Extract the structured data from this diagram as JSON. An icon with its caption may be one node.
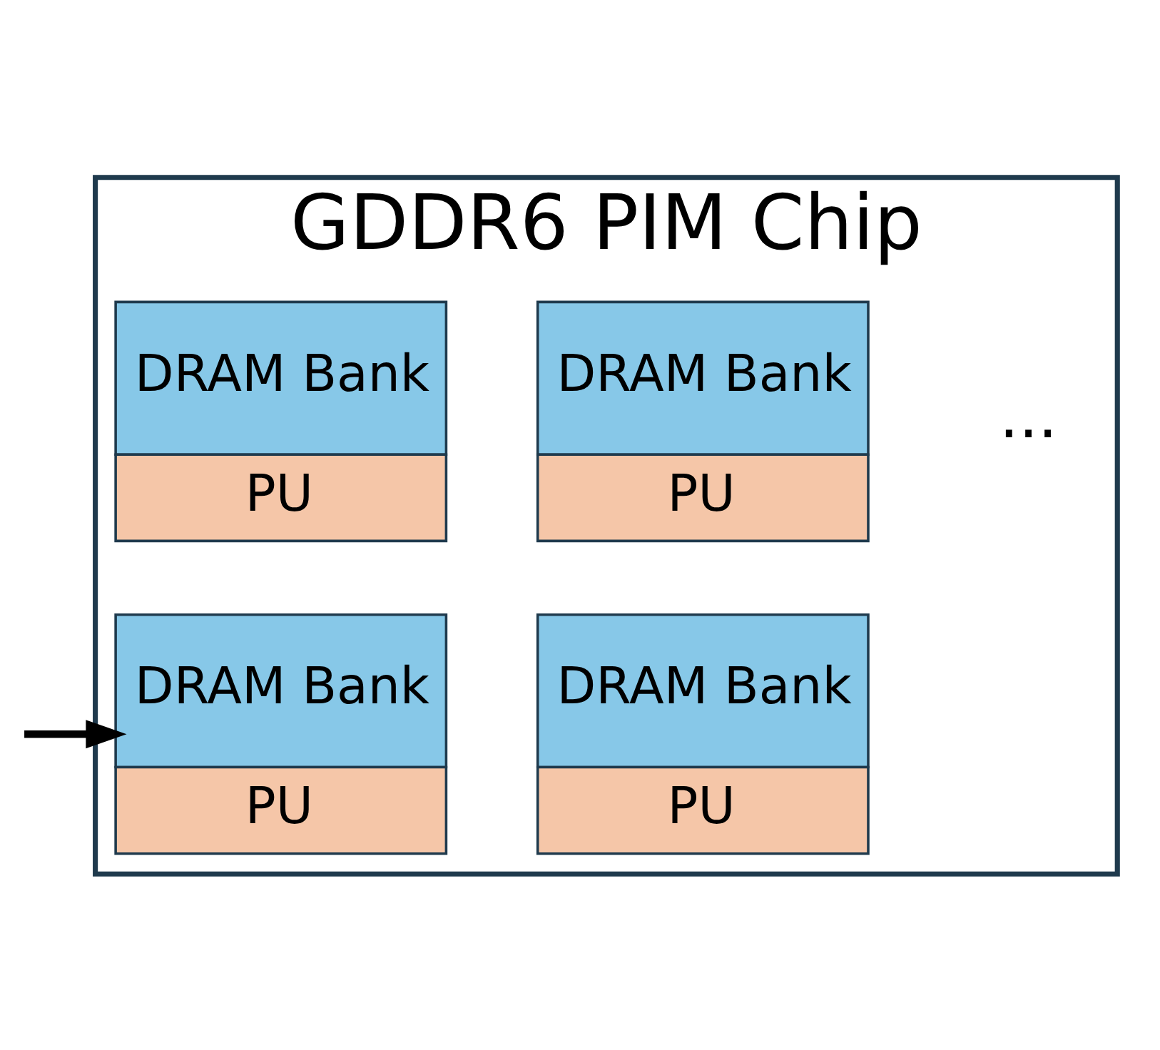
{
  "diagram": {
    "nodes": [
      {
        "text": [
          "GDDR6 PIM Chip"
        ]
      },
      {
        "text": [
          "DRAM Bank",
          "PU"
        ],
        "in": 0
      },
      {
        "text": [
          "DRAM Bank",
          "PU"
        ],
        "in": 0
      },
      {
        "text": [
          "DRAM Bank",
          "PU"
        ],
        "in": 0
      },
      {
        "text": [
          "DRAM Bank",
          "PU"
        ],
        "in": 0
      }
    ],
    "edges": [
      {
        "from": null,
        "to": 3,
        "arrow": "to"
      }
    ],
    "labels": [
      "..."
    ]
  }
}
